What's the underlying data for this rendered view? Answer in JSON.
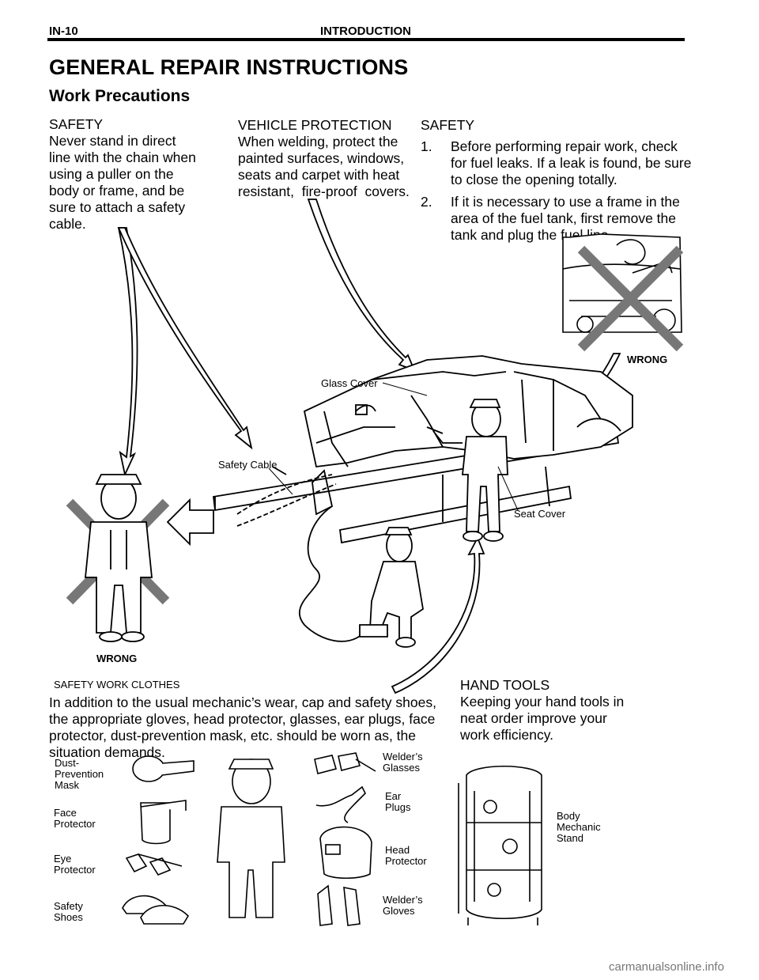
{
  "header": {
    "page_id": "IN-10",
    "section": "INTRODUCTION"
  },
  "title": "GENERAL REPAIR INSTRUCTIONS",
  "subtitle": "Work Precautions",
  "safety_chain": {
    "title": "SAFETY",
    "lines": [
      "Never stand in direct",
      "line with the chain when",
      "using a puller on the",
      "body or frame, and be",
      "sure to attach a safety",
      "cable."
    ]
  },
  "vehicle_protection": {
    "title": "VEHICLE PROTECTION",
    "lines": [
      "When welding, protect the",
      "painted surfaces, windows,",
      "seats and carpet with heat",
      "resistant,  fire-proof  covers."
    ]
  },
  "safety_fuel": {
    "title": "SAFETY",
    "items": [
      {
        "num": "1.",
        "lines": [
          "Before performing repair work, check",
          "for fuel leaks. If a leak is found, be sure",
          "to close the opening totally."
        ]
      },
      {
        "num": "2.",
        "lines": [
          "If it is necessary to use a frame in the",
          "area of the fuel tank, first remove the",
          "tank and plug the fuel line."
        ]
      }
    ]
  },
  "illustration_labels": {
    "glass_cover": "Glass Cover",
    "safety_cable": "Safety Cable",
    "seat_cover": "Seat Cover",
    "wrong_top": "WRONG",
    "wrong_bottom": "WRONG"
  },
  "work_clothes": {
    "title": "SAFETY WORK CLOTHES",
    "lines": [
      "In addition to the usual mechanic’s wear, cap and safety shoes,",
      "the appropriate gloves, head protector, glasses, ear plugs, face",
      "protector, dust-prevention mask, etc. should be worn as, the",
      "situation demands."
    ]
  },
  "hand_tools": {
    "title": "HAND TOOLS",
    "lines": [
      "Keeping your hand tools in",
      "neat order improve your",
      "work efficiency."
    ]
  },
  "equipment_labels": {
    "dust_mask": [
      "Dust-",
      "Prevention",
      "Mask"
    ],
    "face_protector": [
      "Face",
      "Protector"
    ],
    "eye_protector": [
      "Eye",
      "Protector"
    ],
    "safety_shoes": [
      "Safety",
      "Shoes"
    ],
    "welders_glasses": [
      "Welder’s",
      "Glasses"
    ],
    "ear_plugs": [
      "Ear",
      "Plugs"
    ],
    "head_protector": [
      "Head",
      "Protector"
    ],
    "welders_gloves": [
      "Welder’s",
      "Gloves"
    ],
    "body_mechanic_stand": [
      "Body",
      "Mechanic",
      "Stand"
    ]
  },
  "watermark": "carmanualsonline.info"
}
